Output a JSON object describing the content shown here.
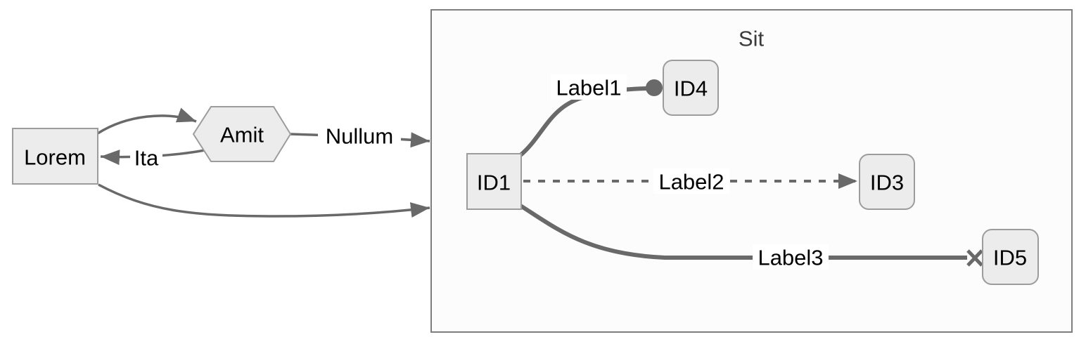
{
  "diagram": {
    "kind": "flowchart",
    "direction": "left-to-right",
    "cluster": {
      "title": "Sit"
    },
    "nodes": {
      "lorem": {
        "label": "Lorem",
        "shape": "rectangle"
      },
      "amit": {
        "label": "Amit",
        "shape": "hexagon"
      },
      "id1": {
        "label": "ID1",
        "shape": "square"
      },
      "id4": {
        "label": "ID4",
        "shape": "rounded-square"
      },
      "id3": {
        "label": "ID3",
        "shape": "rounded-square"
      },
      "id5": {
        "label": "ID5",
        "shape": "rounded-square"
      }
    },
    "edges": [
      {
        "from": "Lorem",
        "to": "Amit",
        "label": "",
        "line": "solid",
        "terminal": "arrow"
      },
      {
        "from": "Amit",
        "to": "Lorem",
        "label": "Ita",
        "line": "solid",
        "terminal": "arrow"
      },
      {
        "from": "Amit",
        "to": "Sit",
        "label": "Nullum",
        "line": "solid",
        "terminal": "arrow"
      },
      {
        "from": "Lorem",
        "to": "Sit",
        "label": "",
        "line": "solid",
        "terminal": "arrow"
      },
      {
        "from": "ID1",
        "to": "ID4",
        "label": "Label1",
        "line": "thick",
        "terminal": "circle"
      },
      {
        "from": "ID1",
        "to": "ID3",
        "label": "Label2",
        "line": "dashed",
        "terminal": "arrow"
      },
      {
        "from": "ID1",
        "to": "ID5",
        "label": "Label3",
        "line": "thick",
        "terminal": "cross"
      }
    ],
    "colors": {
      "node_fill": "#ececec",
      "node_stroke": "#9c9c9c",
      "edge_stroke": "#696969",
      "cluster_fill": "#fcfcfc",
      "cluster_stroke": "#7e7e7e",
      "label_text": "#000000",
      "cluster_title_text": "#3b3b3b",
      "edge_label_background": "#ffffff"
    }
  }
}
